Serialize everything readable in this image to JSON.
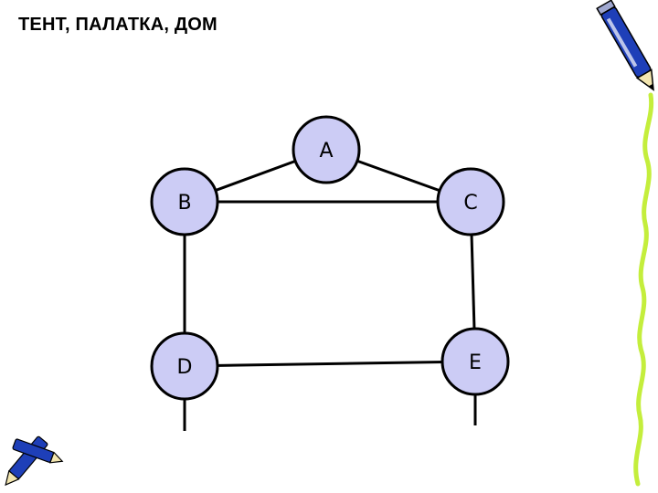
{
  "title": "ТЕНТ, ПАЛАТКА, ДОМ",
  "graph": {
    "nodes": [
      {
        "id": "A",
        "label": "A"
      },
      {
        "id": "B",
        "label": "B"
      },
      {
        "id": "C",
        "label": "C"
      },
      {
        "id": "D",
        "label": "D"
      },
      {
        "id": "E",
        "label": "E"
      }
    ],
    "edges": [
      [
        "A",
        "B"
      ],
      [
        "A",
        "C"
      ],
      [
        "B",
        "C"
      ],
      [
        "B",
        "D"
      ],
      [
        "C",
        "E"
      ],
      [
        "D",
        "E"
      ]
    ],
    "node_fill": "#ccccf5",
    "node_stroke": "#000000"
  },
  "decorations": {
    "pencil_color": "#1e3fb8",
    "squiggle_color": "#c4ee3c"
  }
}
